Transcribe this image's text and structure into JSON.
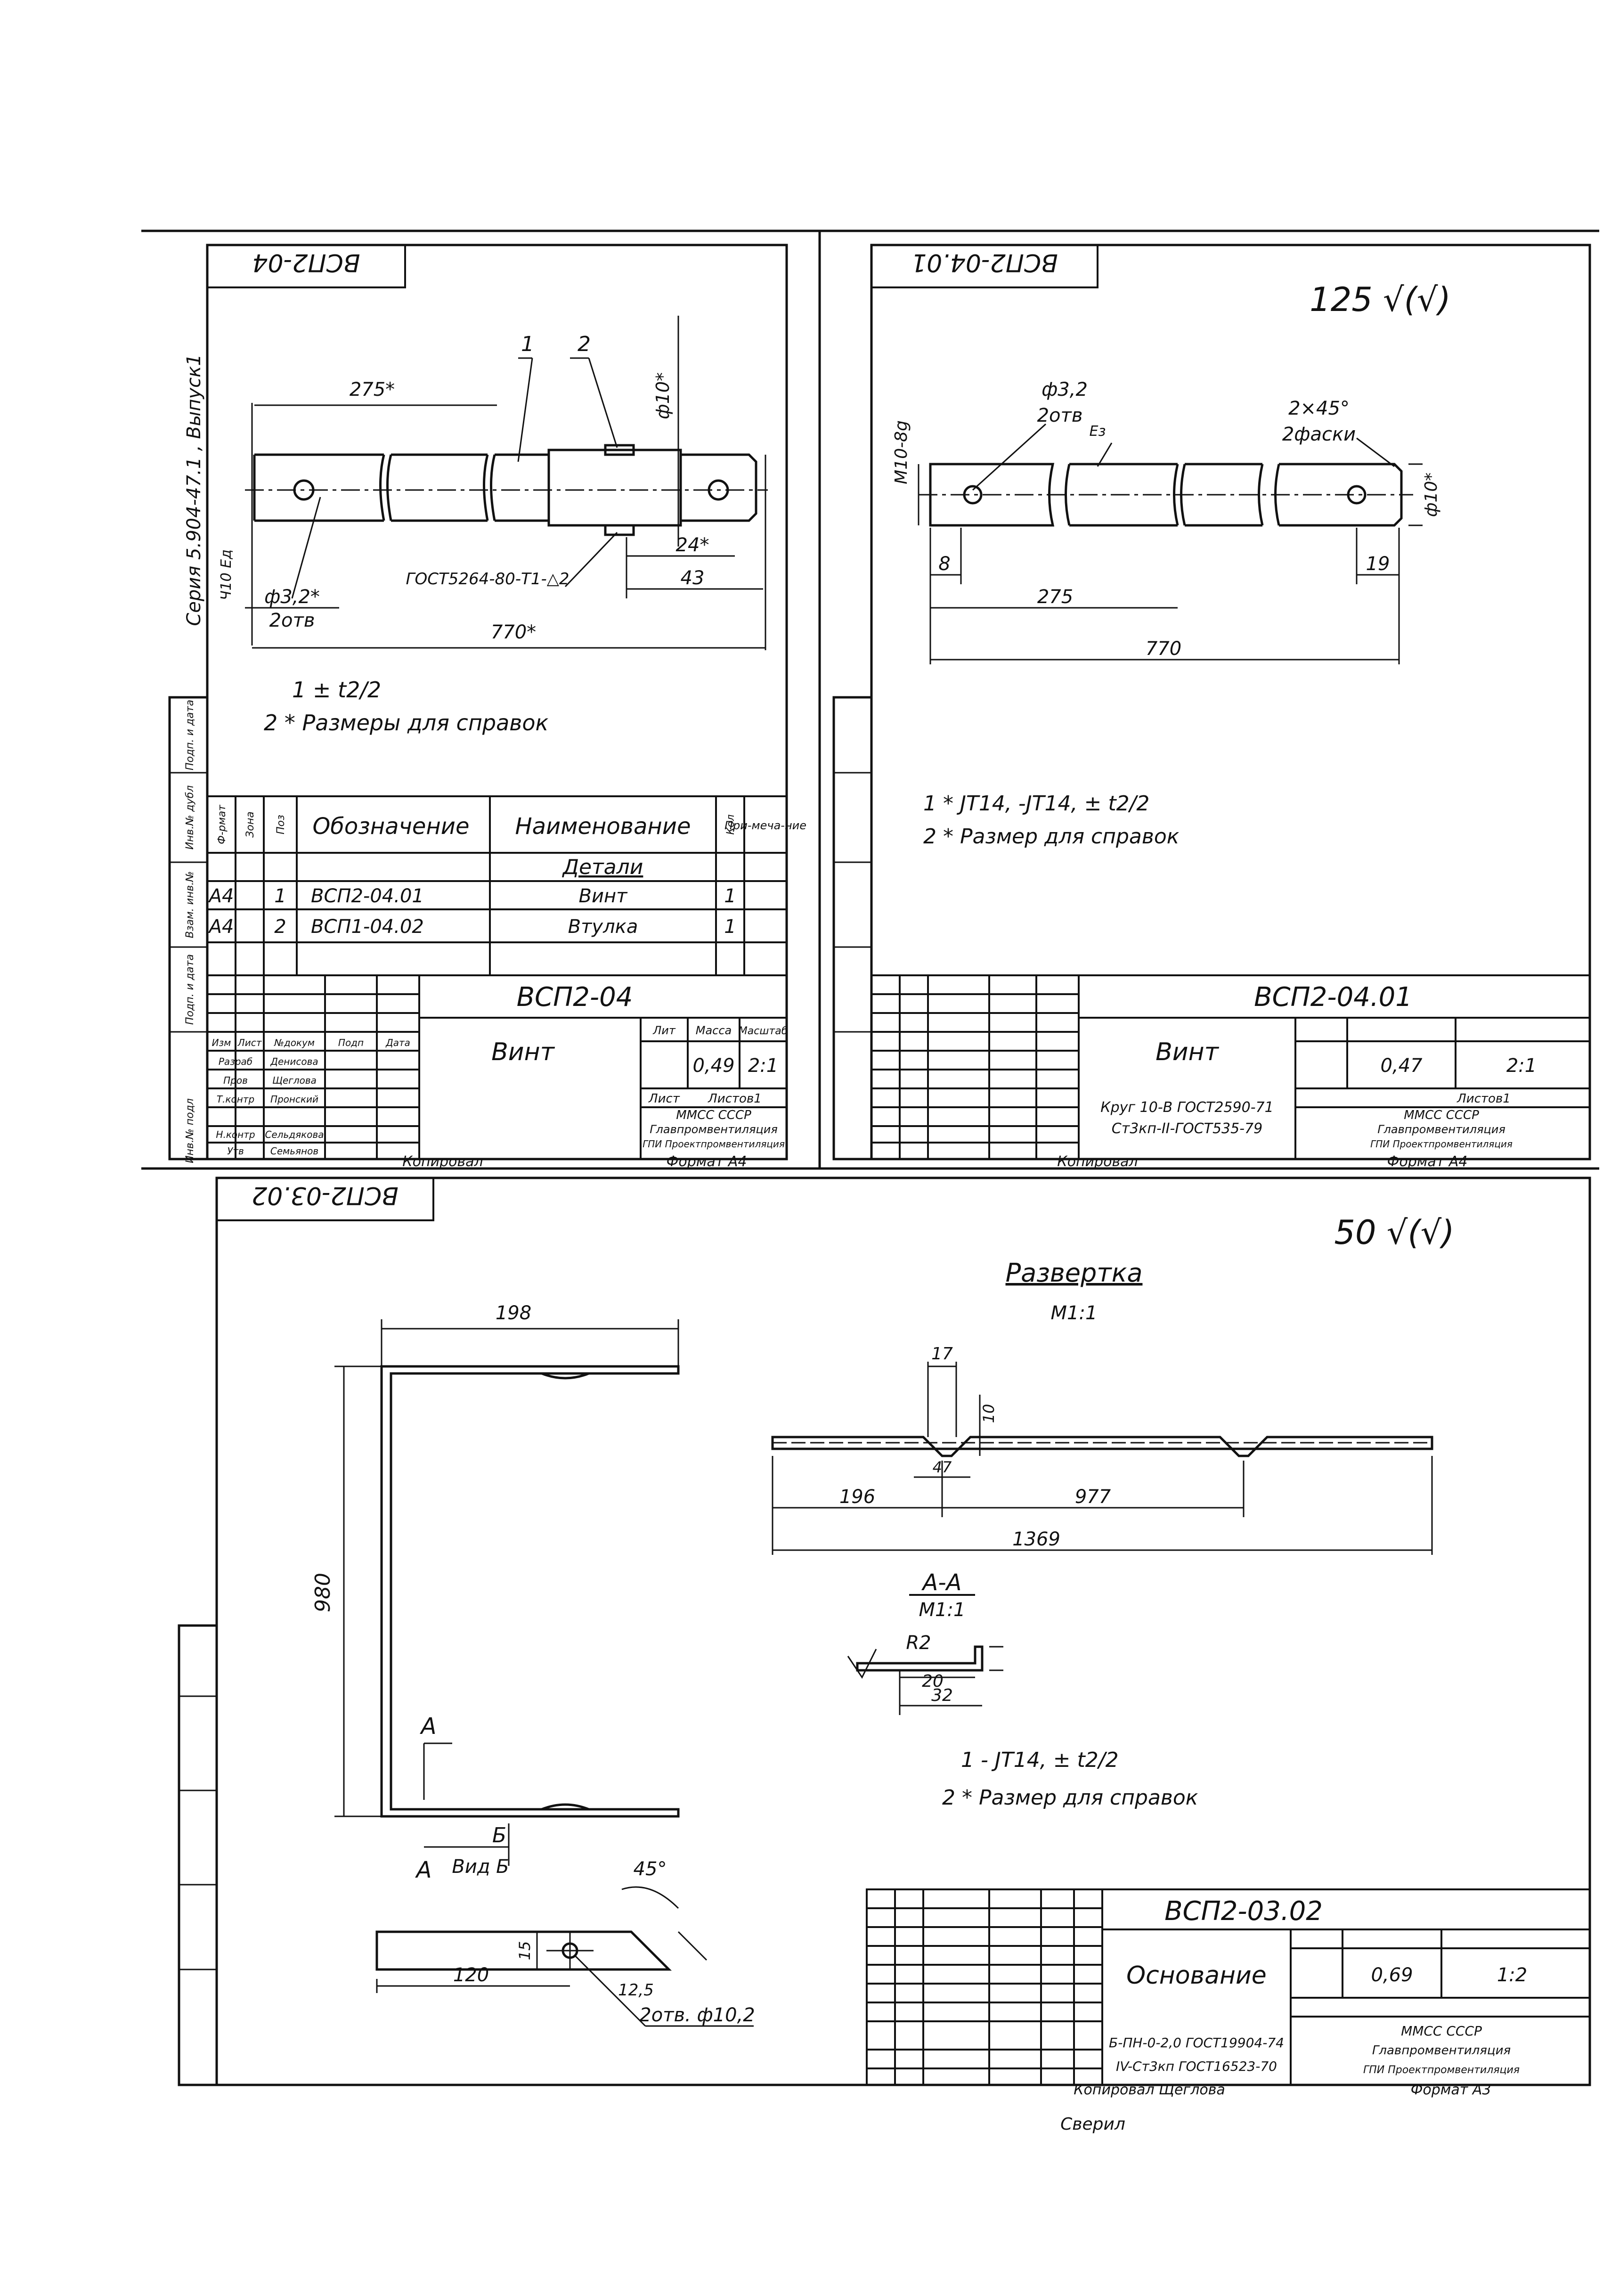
{
  "sheet_a": {
    "stamp": "ВСП2-04",
    "series": "Серия 5.904-47.1 , Выпуск1",
    "balloon_1": "1",
    "balloon_2": "2",
    "dim_275": "275*",
    "dim_770": "770*",
    "dim_24": "24*",
    "dim_43": "43",
    "dim_d10": "ф10*",
    "hole_callout": "ф3,2*",
    "hole_callout_2": "2отв",
    "weld_note": "ГОСТ5264-80-Т1-△2",
    "side_mark": "Ч10 Ед",
    "note_1": "1 ± t2/2",
    "note_2": "2 * Размеры для справок",
    "spec_headers": [
      "Ф-рмат",
      "Зона",
      "Поз",
      "Обозначение",
      "Наименование",
      "Кол",
      "При-меча-ние"
    ],
    "spec_section": "Детали",
    "spec_rows": [
      {
        "format": "А4",
        "zone": "",
        "pos": "1",
        "designation": "ВСП2-04.01",
        "name": "Винт",
        "qty": "1",
        "note": ""
      },
      {
        "format": "А4",
        "zone": "",
        "pos": "2",
        "designation": "ВСП1-04.02",
        "name": "Втулка",
        "qty": "1",
        "note": ""
      }
    ],
    "title_code": "ВСП2-04",
    "title_name": "Винт",
    "lit_label": "Лит",
    "mass_label": "Масса",
    "scale_label": "Масштаб",
    "mass_value": "0,49",
    "scale_value": "2:1",
    "sheet_label": "Лист",
    "sheets_label": "Листов1",
    "org_1": "ММСС СССР",
    "org_2": "Главпромвентиляция",
    "org_3": "ГПИ Проектпромвентиляция",
    "roles": [
      "Изм",
      "Лист",
      "№докум",
      "Подп",
      "Дата",
      "Разраб",
      "Денисова",
      "Пров",
      "Щеглова",
      "Т.контр",
      "Пронский",
      "Н.контр",
      "Сельдякова",
      "Утв",
      "Семьянов"
    ],
    "copied": "Копировал",
    "format": "Формат А4",
    "side_labels": [
      "Инв.№ подл",
      "Подп. и дата",
      "Взам. инв.№",
      "Инв.№ дубл",
      "Подп. и дата"
    ]
  },
  "sheet_b": {
    "stamp": "ВСП2-04.01",
    "roughness": "125 √(√)",
    "thread": "М10-8g",
    "hole_callout": "ф3,2",
    "hole_callout_2": "2отв",
    "hole_callout_3": "Ез",
    "chamfer": "2×45°",
    "chamfer_2": "2фаски",
    "dim_8": "8",
    "dim_275": "275",
    "dim_770": "770",
    "dim_19": "19",
    "dim_d10": "ф10*",
    "note_1": "1 * JT14, -JT14, ± t2/2",
    "note_2": "2 * Размер для справок",
    "title_code": "ВСП2-04.01",
    "title_name": "Винт",
    "mass_value": "0,47",
    "scale_value": "2:1",
    "sheets_label": "Листов1",
    "material_1": "Круг 10-В ГОСТ2590-71",
    "material_2": "Ст3кп-II-ГОСТ535-79",
    "org_1": "ММСС СССР",
    "org_2": "Главпромвентиляция",
    "org_3": "ГПИ Проектпромвентиляция",
    "copied": "Копировал",
    "format": "Формат А4"
  },
  "sheet_c": {
    "stamp": "ВСП2-03.02",
    "roughness": "50 √(√)",
    "flat_title": "Развертка",
    "flat_scale": "М1:1",
    "dim_198": "198",
    "dim_980": "980",
    "dim_17": "17",
    "dim_10": "10",
    "dim_47": "47",
    "dim_196": "196",
    "dim_977": "977",
    "dim_1369": "1369",
    "section_title": "А-А",
    "section_scale": "М1:1",
    "dim_r2": "R2",
    "dim_20": "20",
    "dim_32": "32",
    "view_a": "А",
    "view_b": "Б",
    "view_label": "Вид Б",
    "dim_45": "45°",
    "dim_15": "15",
    "dim_120": "120",
    "dim_12_5": "12,5",
    "holes": "2отв. ф10,2",
    "note_1": "1 - JT14, ± t2/2",
    "note_2": "2 * Размер для справок",
    "title_code": "ВСП2-03.02",
    "title_name": "Основание",
    "mass_value": "0,69",
    "scale_value": "1:2",
    "material_1": "Б-ПН-0-2,0 ГОСТ19904-74",
    "material_2": "IV-Ст3кп ГОСТ16523-70",
    "org_1": "ММСС СССР",
    "org_2": "Главпромвентиляция",
    "org_3": "ГПИ Проектпромвентиляция",
    "copied": "Копировал Щеглова",
    "format": "Формат А3",
    "signature": "Сверил"
  }
}
